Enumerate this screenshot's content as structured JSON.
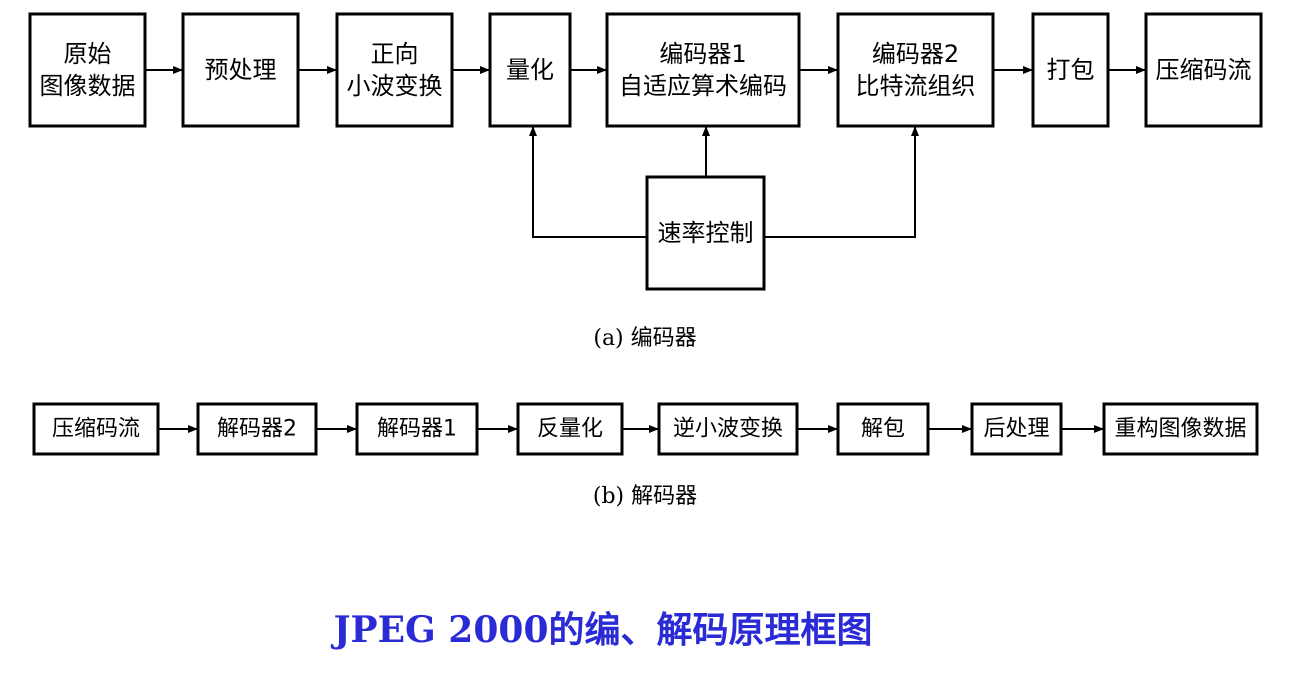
{
  "colors": {
    "line": "#000000",
    "title": "#2b2bd6"
  },
  "encoder": {
    "caption": "(a) 编码器",
    "boxes": {
      "original": [
        "原始",
        "图像数据"
      ],
      "preprocess": [
        "预处理"
      ],
      "wavelet": [
        "正向",
        "小波变换"
      ],
      "quantize": [
        "量化"
      ],
      "coder1": [
        "编码器1",
        "自适应算术编码"
      ],
      "coder2": [
        "编码器2",
        "比特流组织"
      ],
      "pack": [
        "打包"
      ],
      "stream": [
        "压缩码流"
      ],
      "rate": [
        "速率控制"
      ]
    }
  },
  "decoder": {
    "caption": "(b) 解码器",
    "boxes": {
      "stream": [
        "压缩码流"
      ],
      "decoder2": [
        "解码器2"
      ],
      "decoder1": [
        "解码器1"
      ],
      "dequant": [
        "反量化"
      ],
      "inverse": [
        "逆小波变换"
      ],
      "unpack": [
        "解包"
      ],
      "postprocess": [
        "后处理"
      ],
      "reconstruct": [
        "重构图像数据"
      ]
    }
  },
  "title": "JPEG 2000的编、解码原理框图"
}
